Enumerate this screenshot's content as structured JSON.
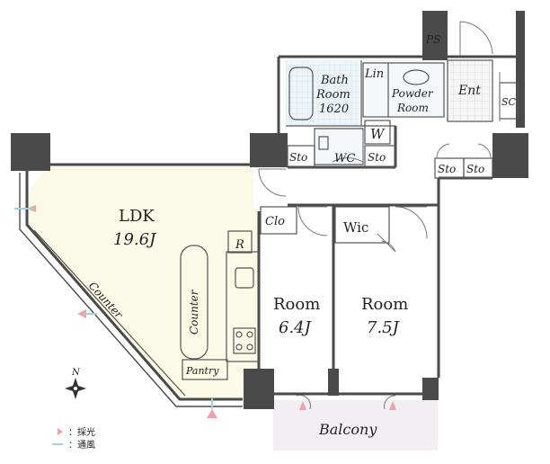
{
  "rooms": {
    "ldk": {
      "name": "LDK",
      "size": "19.6J"
    },
    "room1": {
      "name": "Room",
      "size": "6.4J"
    },
    "room2": {
      "name": "Room",
      "size": "7.5J"
    },
    "bath": {
      "line1": "Bath",
      "line2": "Room",
      "line3": "1620"
    },
    "lin": "Lin",
    "powder": {
      "line1": "Powder",
      "line2": "Room"
    },
    "ent": "Ent",
    "sc": "SC",
    "ps": "PS",
    "w": "W",
    "wc": "WC",
    "sto_wc_left": "Sto",
    "sto_wc_right": "Sto",
    "sto_ent_1": "Sto",
    "sto_ent_2": "Sto",
    "clo": "Clo",
    "wic": "Wic",
    "r": "R",
    "counter_kitchen": "Counter",
    "counter_window": "Counter",
    "pantry": "Pantry",
    "balcony": "Balcony"
  },
  "compass": {
    "north": "N"
  },
  "legend": [
    {
      "symbol": "採光-arrow",
      "label": "：採光"
    },
    {
      "symbol": "通風-arrow",
      "label": "：通風"
    }
  ],
  "colors": {
    "ldk_fill": "#fafae6",
    "room_fill": "#ffffff",
    "wall": "#4a4a4a",
    "balcony_fill": "#f2eef2",
    "wet_fill": "#e8f2f6",
    "arrow_pink": "#f0a0a8",
    "arrow_blue": "#9fd0e6"
  }
}
